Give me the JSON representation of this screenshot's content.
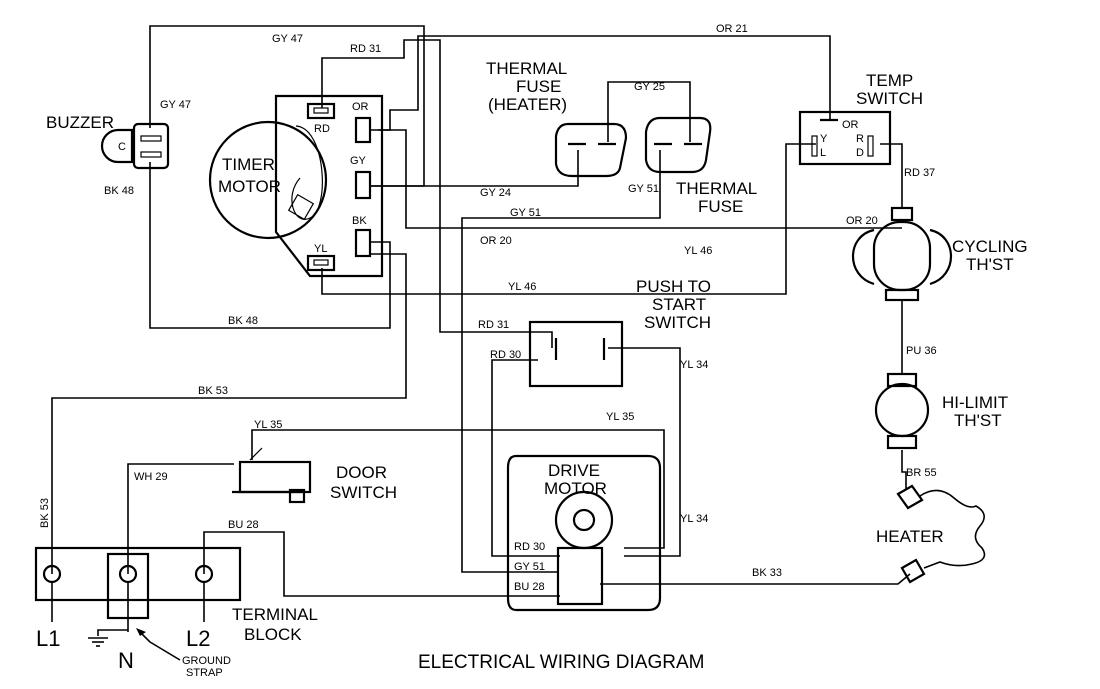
{
  "title": "ELECTRICAL WIRING DIAGRAM",
  "components": {
    "buzzer": "BUZZER",
    "timer_motor": [
      "TIMER",
      "MOTOR"
    ],
    "thermal_fuse_heater": [
      "THERMAL",
      "FUSE",
      "(HEATER)"
    ],
    "thermal_fuse": [
      "THERMAL",
      "FUSE"
    ],
    "temp_switch": [
      "TEMP",
      "SWITCH"
    ],
    "cycling_thst": [
      "CYCLING",
      "TH'ST"
    ],
    "push_to_start": [
      "PUSH TO",
      "START",
      "SWITCH"
    ],
    "hi_limit_thst": [
      "HI-LIMIT",
      "TH'ST"
    ],
    "door_switch": [
      "DOOR",
      "SWITCH"
    ],
    "drive_motor": [
      "DRIVE",
      "MOTOR"
    ],
    "heater": "HEATER",
    "terminal_block": [
      "TERMINAL",
      "BLOCK"
    ],
    "ground_strap": [
      "GROUND",
      "STRAP"
    ]
  },
  "terminals": {
    "l1": "L1",
    "n": "N",
    "l2": "L2"
  },
  "timer_tabs": {
    "rd": "RD",
    "or": "OR",
    "gy": "GY",
    "bk": "BK",
    "yl": "YL"
  },
  "temp_switch_marks": {
    "or": "OR",
    "y": "Y",
    "l": "L",
    "r": "R",
    "d": "D"
  },
  "buzzer_mark": "C",
  "wires": {
    "gy47_top": "GY 47",
    "gy47_buzzer": "GY 47",
    "rd31_top": "RD 31",
    "or21": "OR 21",
    "gy25": "GY 25",
    "bk48_buzzer": "BK 48",
    "gy24": "GY 24",
    "gy51_fuse": "GY 51",
    "gy51_mid": "GY 51",
    "rd37": "RD 37",
    "or20_right": "OR 20",
    "or20_left": "OR 20",
    "yl46_right": "YL 46",
    "yl46_left": "YL 46",
    "bk48_bottom": "BK 48",
    "rd31_push": "RD 31",
    "rd30_push": "RD 30",
    "yl34_push": "YL 34",
    "pu36": "PU 36",
    "bk53_mid": "BK 53",
    "bk53_left": "BK 53",
    "yl35_left": "YL 35",
    "yl35_right": "YL 35",
    "wh29": "WH 29",
    "br55": "BR 55",
    "bu28_top": "BU 28",
    "yl34_motor": "YL 34",
    "rd30_motor": "RD 30",
    "gy51_motor": "GY 51",
    "bu28_motor": "BU 28",
    "bk33": "BK 33"
  }
}
